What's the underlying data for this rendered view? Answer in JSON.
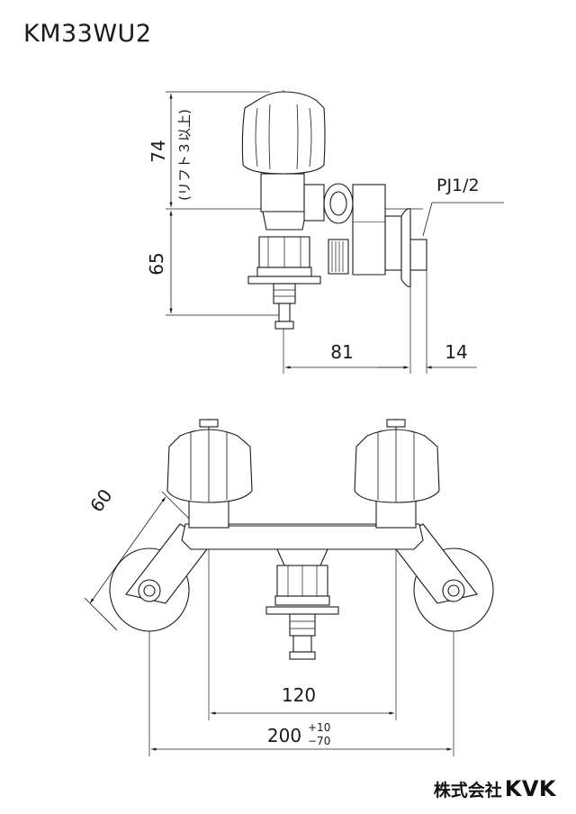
{
  "title": "KM33WU2",
  "side_view": {
    "dim_top": "74",
    "dim_top_note": "(リフト３以上)",
    "dim_bottom": "65",
    "dim_width": "81",
    "dim_pipe": "14",
    "thread_label": "PJ1/2"
  },
  "front_view": {
    "dim_angle": "60",
    "dim_center": "120",
    "dim_overall": "200",
    "tol_plus": "+10",
    "tol_minus": "−70"
  },
  "brand": {
    "jp": "株式会社",
    "en": "KVK"
  },
  "colors": {
    "line": "#1a1a1a",
    "fill": "#ffffff",
    "shade": "#c8c8c8"
  }
}
